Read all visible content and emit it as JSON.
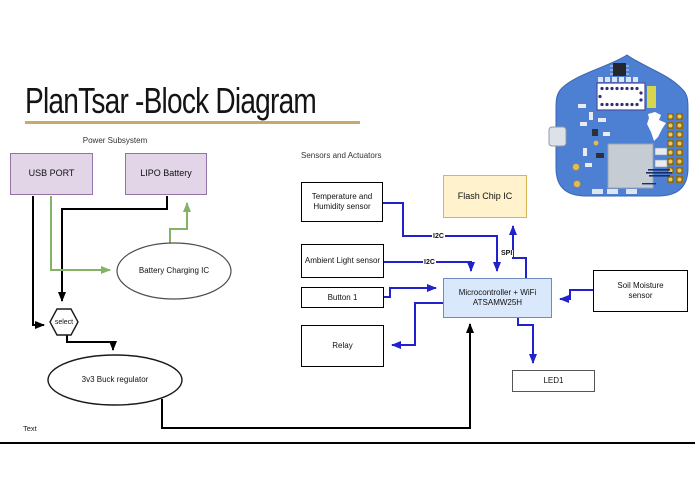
{
  "title": {
    "text": "PlanTsar -Block Diagram"
  },
  "sections": {
    "power": "Power Subsystem",
    "sensors": "Sensors and Actuators"
  },
  "blocks": {
    "usb_port": "USB PORT",
    "lipo_battery": "LIPO Battery",
    "battery_charging_ic": "Battery Charging IC",
    "select": "select",
    "buck_regulator": "3v3 Buck regulator",
    "temp_humidity": "Temperature and Humidity sensor",
    "ambient_light": "Ambient Light sensor",
    "button1": "Button 1",
    "relay": "Relay",
    "flash_chip": "Flash Chip IC",
    "microcontroller_line1": "Microcontroller + WiFi",
    "microcontroller_line2": "ATSAMW25H",
    "soil_moisture": "Soil Moisture sensor",
    "led1": "LED1"
  },
  "bus_labels": {
    "i2c_temp": "I2C",
    "i2c_ambient": "I2C",
    "spi": "SPI"
  },
  "footer": {
    "text_label": "Text"
  },
  "pcb": {
    "description": "blue plant-shaped PlanTsar IoT PCB photo"
  },
  "colors": {
    "purple_fill": "#e1d5e7",
    "purple_border": "#9673a6",
    "yellow_fill": "#fff2cc",
    "yellow_border": "#d6b656",
    "blue_fill": "#dae8fc",
    "blue_border": "#6c8ebf",
    "wire_blue": "#2222cc",
    "wire_green": "#82b366",
    "wire_black": "#000000",
    "underline": "#c9a869",
    "pcb_blue": "#4d7fd2",
    "pcb_border": "#3a66b0"
  }
}
